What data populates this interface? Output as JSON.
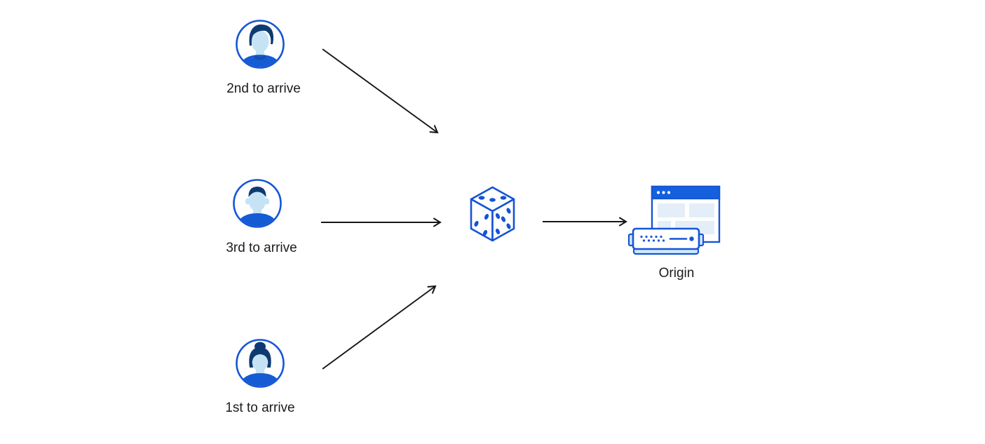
{
  "diagram": {
    "description": "Three clients send requests (in arrival order) to a randomizer (dice) which forwards to the Origin server",
    "clients": [
      {
        "id": "client-2nd",
        "label": "2nd to arrive",
        "avatar": "man-swoop-hair-avatar"
      },
      {
        "id": "client-3rd",
        "label": "3rd to arrive",
        "avatar": "man-short-hair-avatar"
      },
      {
        "id": "client-1st",
        "label": "1st to arrive",
        "avatar": "woman-bun-hair-avatar"
      }
    ],
    "randomizer": {
      "icon": "dice-icon",
      "pips": {
        "top_face": 3,
        "left_face": 3,
        "right_face": 5
      }
    },
    "origin": {
      "label": "Origin",
      "icon": "origin-server-browser-icon"
    },
    "arrows": [
      {
        "from": "client-2nd",
        "to": "randomizer"
      },
      {
        "from": "client-3rd",
        "to": "randomizer"
      },
      {
        "from": "client-1st",
        "to": "randomizer"
      },
      {
        "from": "randomizer",
        "to": "origin"
      }
    ],
    "colors": {
      "primary_blue": "#1556d4",
      "header_blue": "#1560dd",
      "hair_navy": "#0e3a72",
      "face_light_blue": "#c6e3f5",
      "pale_block_blue": "#e4eef8",
      "server_light_blue": "#cfe8f9",
      "arrow_black": "#161616",
      "text_color": "#1c1c1e",
      "background": "#ffffff"
    }
  }
}
